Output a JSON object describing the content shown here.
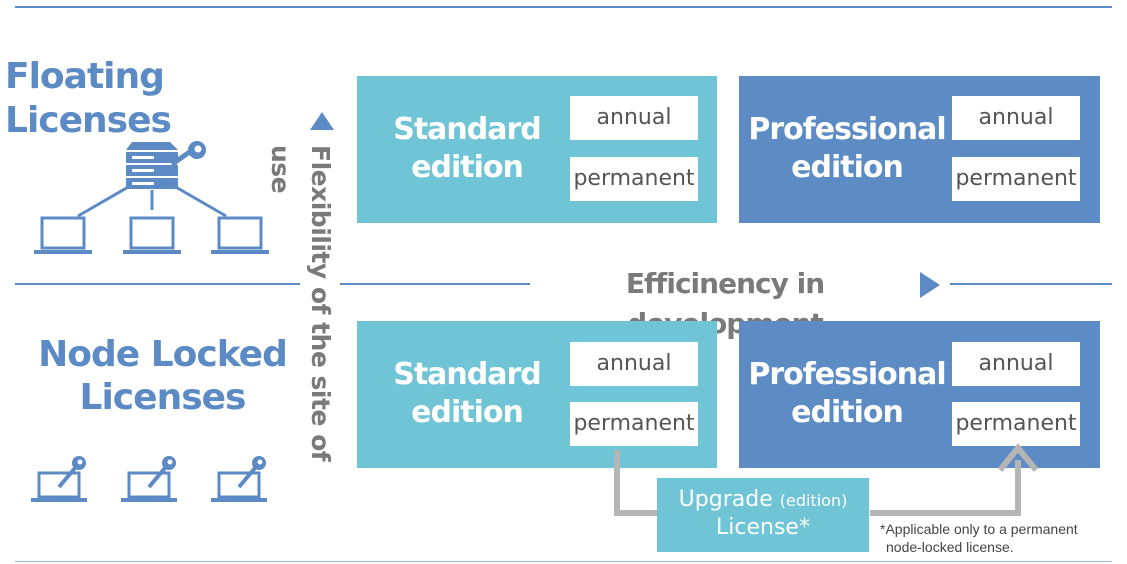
{
  "floating": {
    "title": "Floating Licenses",
    "standard": {
      "name_line1": "Standard",
      "name_line2": "edition",
      "option1": "annual",
      "option2": "permanent"
    },
    "professional": {
      "name_line1": "Professional",
      "name_line2": "edition",
      "option1": "annual",
      "option2": "permanent"
    }
  },
  "node_locked": {
    "title_line1": "Node Locked",
    "title_line2": "Licenses",
    "standard": {
      "name_line1": "Standard",
      "name_line2": "edition",
      "option1": "annual",
      "option2": "permanent"
    },
    "professional": {
      "name_line1": "Professional",
      "name_line2": "edition",
      "option1": "annual",
      "option2": "permanent"
    }
  },
  "axes": {
    "vertical_label": "Flexibility of the site of use",
    "horizontal_label": "Efficinency in development"
  },
  "upgrade": {
    "line1_main": "Upgrade",
    "line1_small": "(edition)",
    "line2": "License*"
  },
  "note": {
    "line1": "*Applicable only to a permanent",
    "line2": "node-locked license."
  },
  "colors": {
    "accent_blue": "#5b8ac4",
    "standard_box": "#6fc4d6",
    "professional_box": "#5d8cc5",
    "arrow_gray": "#b5b5b5",
    "label_gray": "#7a7a7a"
  },
  "icons": [
    "server-key-icon",
    "laptop-icon",
    "laptop-key-icon",
    "triangle-up-icon",
    "triangle-right-icon",
    "upgrade-arrow-icon"
  ]
}
